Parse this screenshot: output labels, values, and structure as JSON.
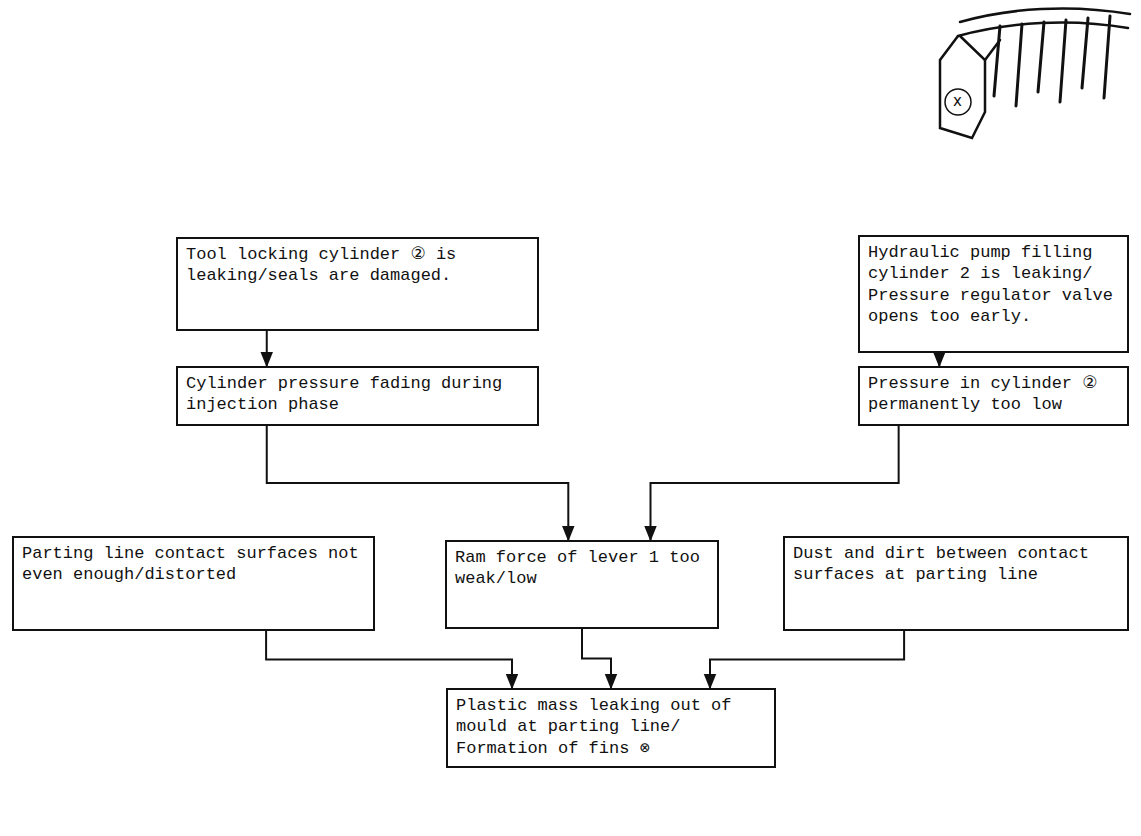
{
  "diagram": {
    "nodes": [
      {
        "text": [
          "Tool locking cylinder ② is leaking/seals are damaged."
        ]
      },
      {
        "text": [
          "Hydraulic pump filling cylinder 2 is leaking/ Pressure regulator valve opens too early."
        ]
      },
      {
        "text": [
          "Cylinder pressure fading during injection phase"
        ]
      },
      {
        "text": [
          "Pressure in cylinder ② permanently too low"
        ]
      },
      {
        "text": [
          "Parting line contact surfaces not even enough/distorted"
        ]
      },
      {
        "text": [
          "Ram force of lever 1 too weak/low"
        ]
      },
      {
        "text": [
          "Dust and dirt between contact surfaces at parting line"
        ]
      },
      {
        "text": [
          "Plastic mass leaking out of mould at parting line/ Formation of fins ⊗"
        ]
      }
    ],
    "edges": [
      {
        "from": 0,
        "to": 2,
        "arrow": "to"
      },
      {
        "from": 1,
        "to": 3,
        "arrow": "to"
      },
      {
        "from": 2,
        "to": 5,
        "arrow": "to"
      },
      {
        "from": 3,
        "to": 5,
        "arrow": "to"
      },
      {
        "from": 4,
        "to": 7,
        "arrow": "to"
      },
      {
        "from": 5,
        "to": 7,
        "arrow": "to"
      },
      {
        "from": 6,
        "to": 7,
        "arrow": "to"
      }
    ],
    "labels": [
      "x"
    ]
  }
}
